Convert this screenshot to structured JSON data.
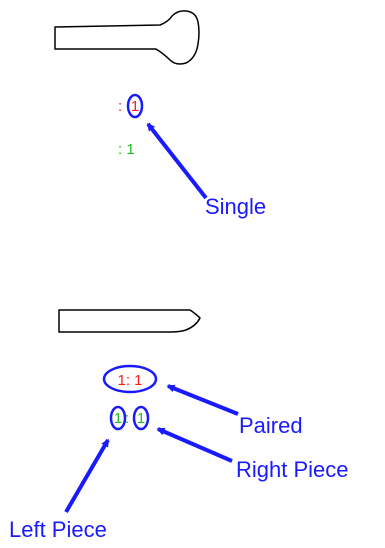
{
  "colors": {
    "red": "#ff1a1a",
    "green": "#22bb22",
    "blue": "#1a1aff",
    "outline": "#000000"
  },
  "single": {
    "red_colon": ":",
    "red_number": "1",
    "green_label": ": 1",
    "callout": "Single"
  },
  "paired": {
    "red_label": "1: 1",
    "left_number": "1",
    "right_number": "1",
    "paired_callout": "Paired",
    "right_piece_callout": "Right Piece",
    "left_piece_callout": "Left Piece"
  }
}
